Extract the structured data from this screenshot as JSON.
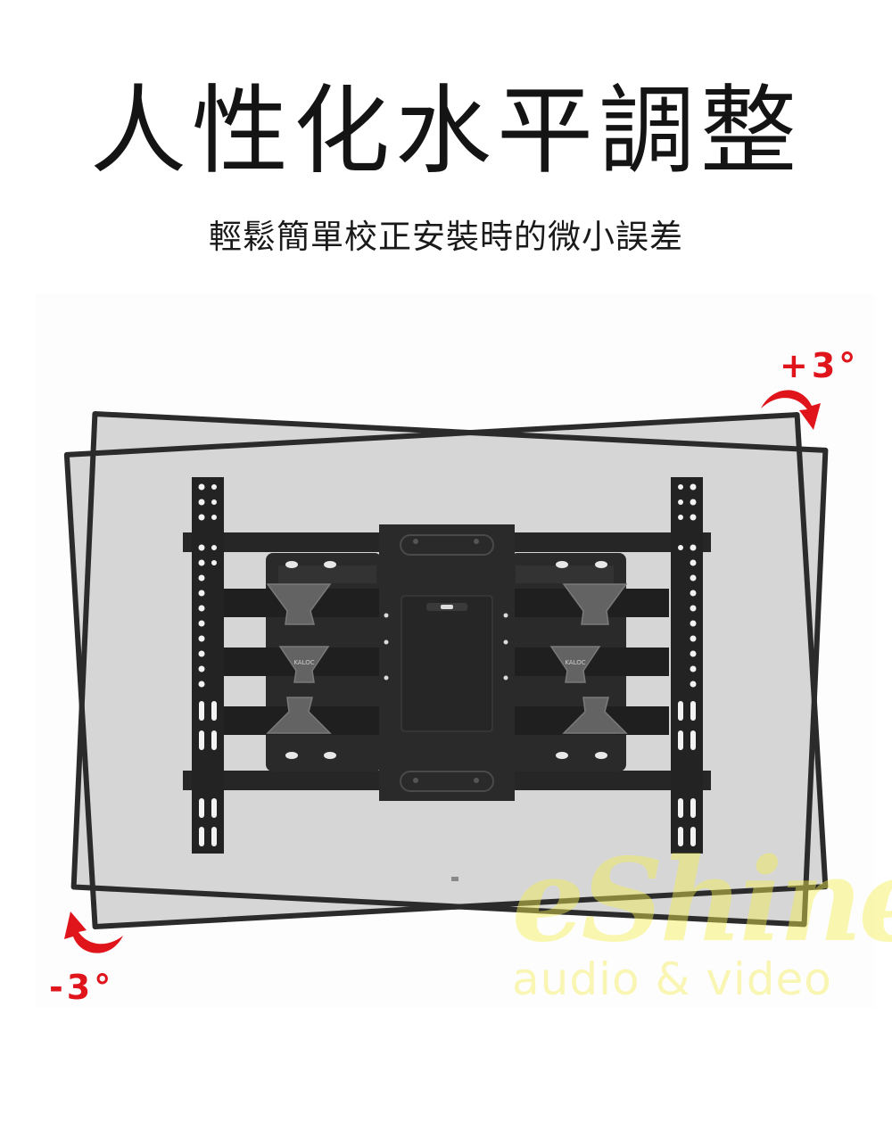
{
  "header": {
    "title": "人性化水平調整",
    "subtitle": "輕鬆簡單校正安裝時的微小誤差"
  },
  "illustration": {
    "description": "TV wall mount with tilted TV frames showing level adjustment",
    "brand_logo_left": "KALOC",
    "brand_logo_right": "KALOC",
    "rotation_positive_label": "+3°",
    "rotation_negative_label": "-3°",
    "colors": {
      "arrow": "#e0141b",
      "label": "#e0141b",
      "screen": "#d6d6d6",
      "frame": "#2b2b2b",
      "mount": "#232323",
      "spacer": "#5f5f5f"
    }
  },
  "watermark": {
    "brand": "eShine",
    "tagline": "audio & video",
    "color": "#f5f050"
  }
}
